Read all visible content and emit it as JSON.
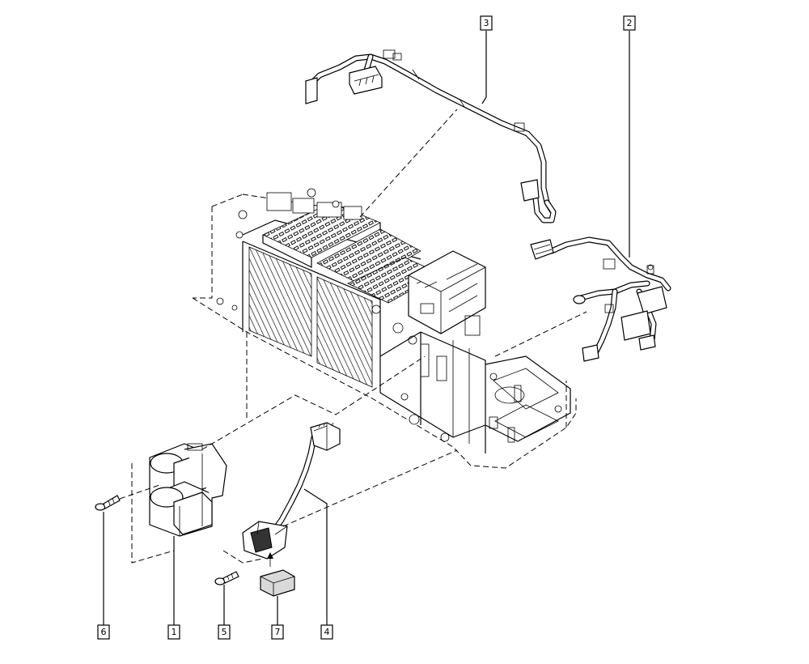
{
  "callouts": {
    "c1": "1",
    "c2": "2",
    "c3": "3",
    "c4": "4",
    "c5": "5",
    "c6": "6",
    "c7": "7"
  },
  "colors": {
    "ink": "#000000",
    "background": "#ffffff",
    "shade": "#d9d9d9"
  }
}
